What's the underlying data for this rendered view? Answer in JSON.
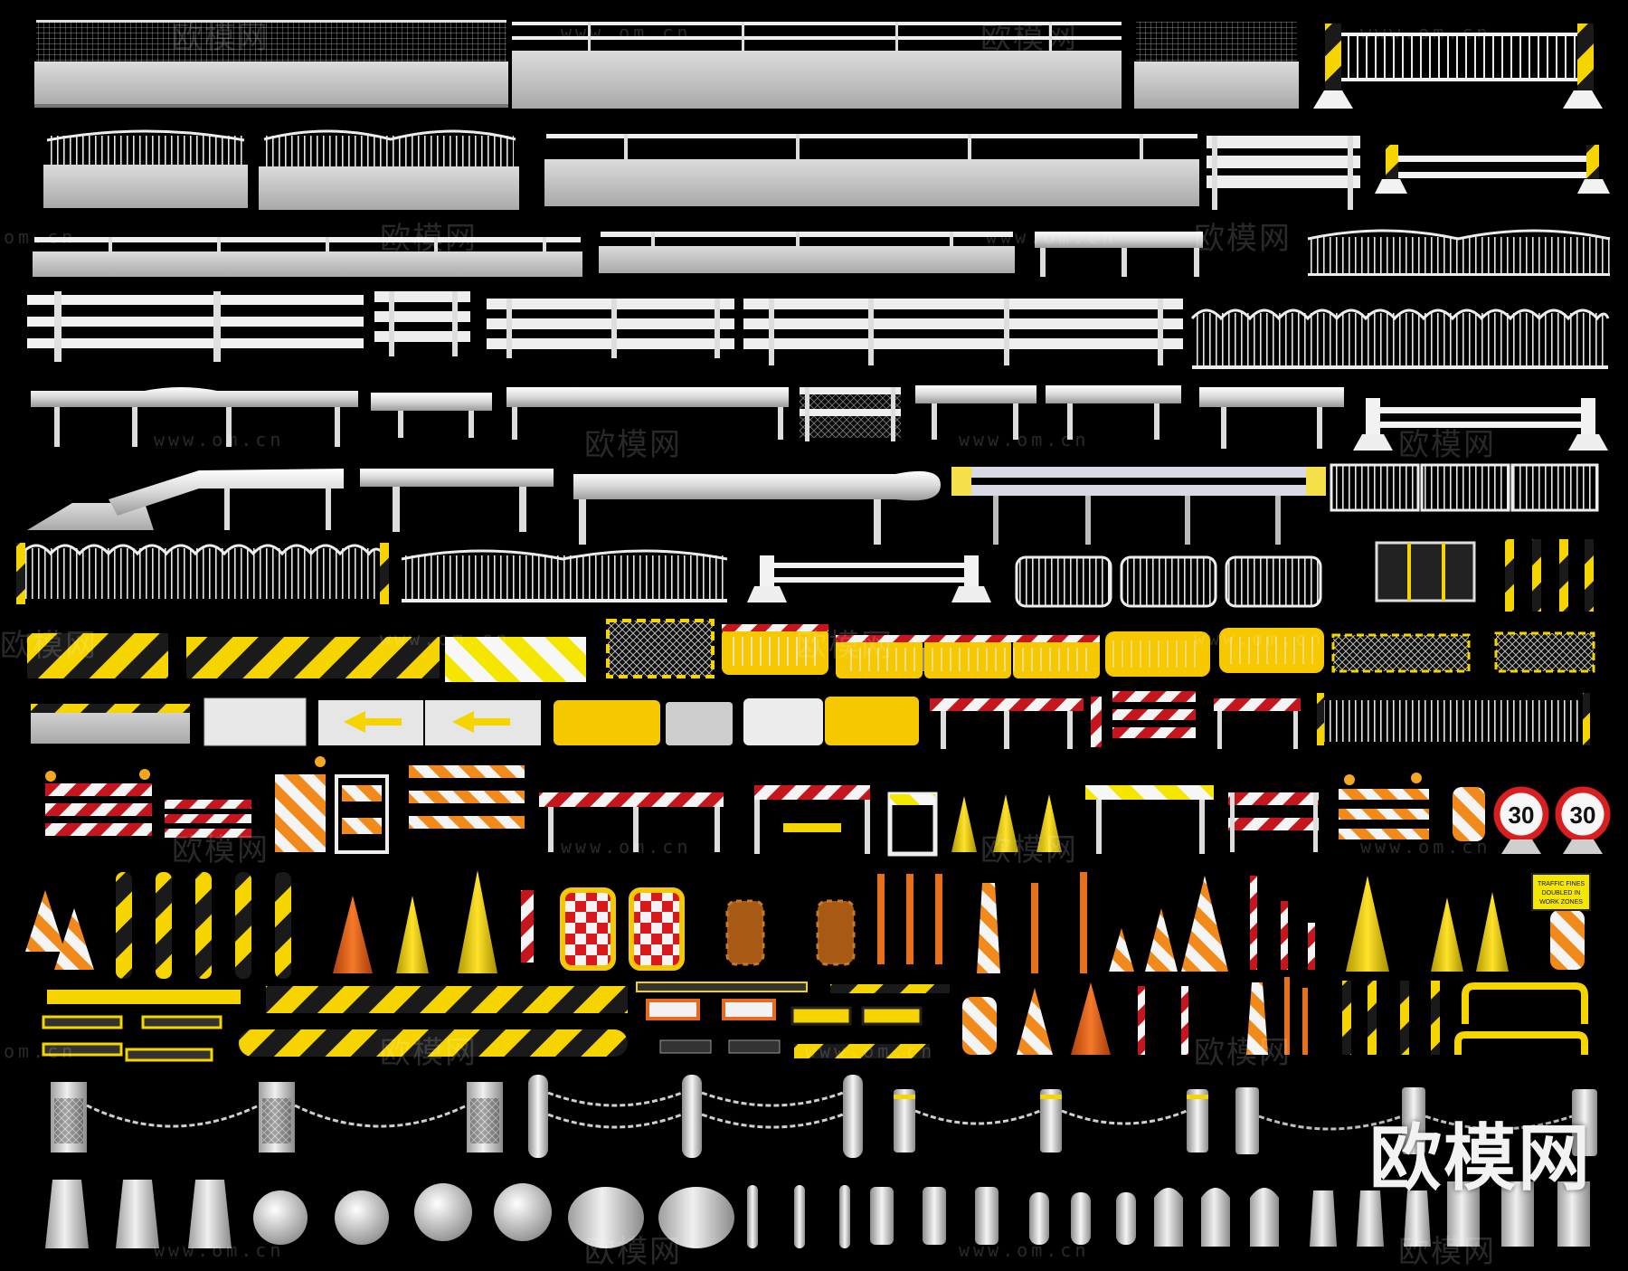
{
  "watermark": {
    "brand": "欧模网",
    "url": "www.om.cn",
    "url_fragment": "om.cn"
  },
  "corner_logo": "欧模网",
  "speed_sign_value": "30",
  "work_zone_sign": {
    "line1": "TRAFFIC FINES",
    "line2": "DOUBLED IN",
    "line3": "WORK ZONES"
  },
  "colors": {
    "background": "#000000",
    "barrier_white": "#f2f2f2",
    "concrete": "#c9c9c9",
    "safety_yellow": "#f5d400",
    "hazard_black": "#1a1a1a",
    "traffic_orange": "#f26a1b",
    "stripe_red": "#c4161c"
  }
}
